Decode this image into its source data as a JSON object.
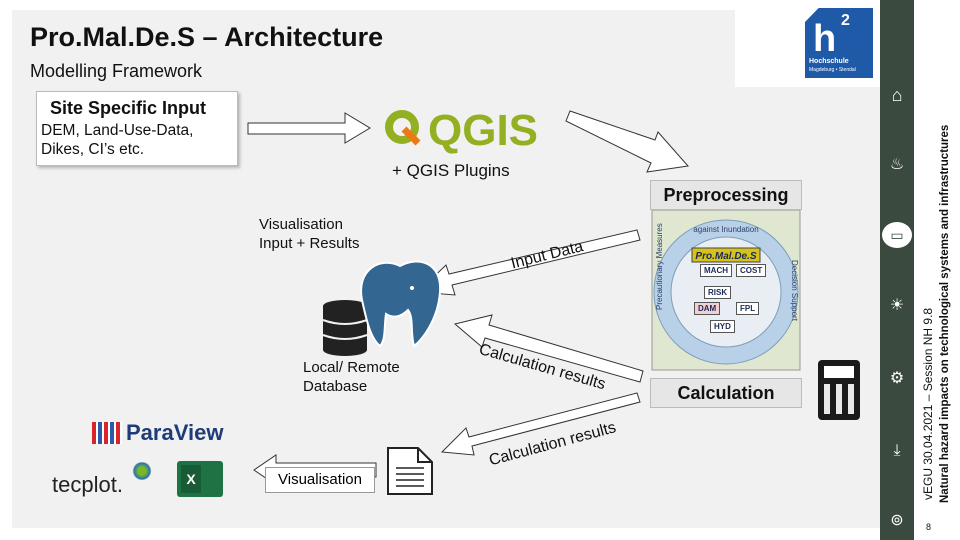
{
  "title": "Pro.Mal.De.S – Architecture",
  "subtitle": "Modelling Framework",
  "site_input": {
    "heading": "Site Specific Input",
    "body": "DEM, Land-Use-Data,\nDikes, CI’s etc."
  },
  "qgis": {
    "logo_text": "QGIS",
    "plugins": "+ QGIS Plugins"
  },
  "preprocessing_label": "Preprocessing",
  "calculation_label": "Calculation",
  "visualisation_inputs": "Visualisation\nInput + Results",
  "input_data_arrow": "Input Data",
  "database_label": "Local/ Remote\nDatabase",
  "calc_results_top": "Calculation results",
  "calc_results_bottom": "Calculation results",
  "visualisation_label": "Visualisation",
  "tools": {
    "paraview": "ParaView",
    "tecplot": "tecplot.",
    "excel": "X"
  },
  "logo": {
    "mark": "h",
    "superscript": "2",
    "line1": "Hochschule",
    "line2": "Magdeburg • Stendal"
  },
  "ptool": {
    "center": "Pro.Mal.De.S",
    "arc_text": "against Inundation",
    "left_text": "Precautionary Measures",
    "right_text": "Decision Support",
    "items": [
      "MACH",
      "COST",
      "RISK",
      "DAM",
      "FPL",
      "HYD"
    ]
  },
  "sidebar": {
    "line1": "vEGU 30.04.2021 – Session NH 9.8",
    "line2": "Natural hazard impacts on technological systems and infrastructures",
    "page_number": "8"
  }
}
